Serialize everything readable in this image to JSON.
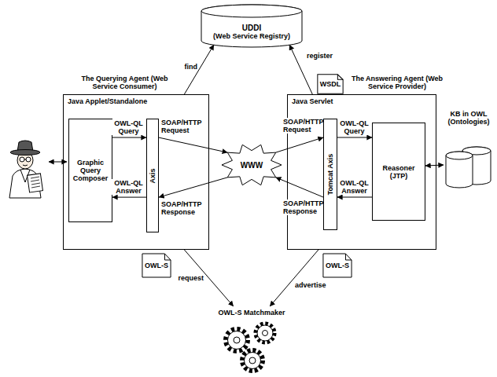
{
  "diagram": {
    "nodes": [
      {
        "text": [
          "UDDI",
          "(Web Service Registry)"
        ]
      },
      {
        "text": [
          "WSDL"
        ]
      },
      {
        "text": [
          "The Querying Agent (Web Service Consumer)",
          "Java Applet/Standalone"
        ]
      },
      {
        "text": [
          "Graphic Query Composer"
        ],
        "in": 2
      },
      {
        "text": [
          "Axis"
        ],
        "in": 2
      },
      {
        "text": [
          "WWW"
        ]
      },
      {
        "text": [
          "The Answering Agent (Web Service Provider)",
          "Java Servlet"
        ]
      },
      {
        "text": [
          "Tomcat Axis"
        ],
        "in": 6
      },
      {
        "text": [
          "Reasoner (JTP)"
        ],
        "in": 6
      },
      {
        "text": [
          "KB in OWL (Ontologies)"
        ]
      },
      {
        "text": [
          "OWL-S"
        ]
      },
      {
        "text": [
          "OWL-S"
        ]
      },
      {
        "text": [
          "OWL-S Matchmaker"
        ]
      }
    ],
    "edges": [
      {
        "from": 2,
        "to": 0,
        "label": "find",
        "arrow": "to"
      },
      {
        "from": 6,
        "to": 0,
        "label": "register",
        "arrow": "to"
      },
      {
        "from": 3,
        "to": 4,
        "label": "OWL-QL Query",
        "arrow": "to"
      },
      {
        "from": 4,
        "to": 3,
        "label": "OWL-QL Answer",
        "arrow": "to"
      },
      {
        "from": 4,
        "to": 5,
        "label": "SOAP/HTTP Request",
        "arrow": "to"
      },
      {
        "from": 5,
        "to": 4,
        "label": "SOAP/HTTP Response",
        "arrow": "to"
      },
      {
        "from": 5,
        "to": 7,
        "label": "SOAP/HTTP Request",
        "arrow": "to"
      },
      {
        "from": 7,
        "to": 5,
        "label": "SOAP/HTTP Response",
        "arrow": "to"
      },
      {
        "from": 7,
        "to": 8,
        "label": "OWL-QL Query",
        "arrow": "to"
      },
      {
        "from": 8,
        "to": 7,
        "label": "OWL-QL Answer",
        "arrow": "to"
      },
      {
        "from": 8,
        "to": 9,
        "arrow": "both"
      },
      {
        "from": 2,
        "to": 12,
        "label": "request",
        "arrow": "to"
      },
      {
        "from": 6,
        "to": 12,
        "label": "advertise",
        "arrow": "to"
      }
    ]
  }
}
